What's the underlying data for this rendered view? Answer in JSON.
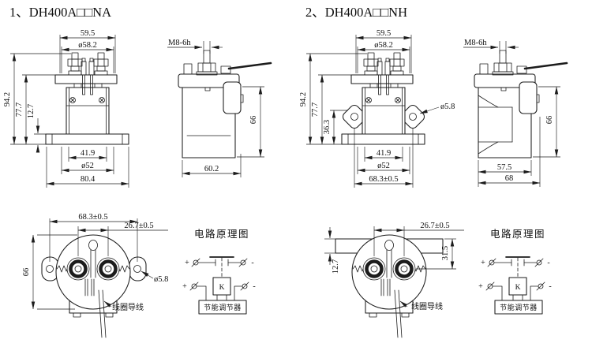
{
  "page": {
    "background": "#ffffff",
    "line_color": "#1c1c1c"
  },
  "sections": [
    {
      "title": "1、DH400A□□NA",
      "front": {
        "width_top": "59.5",
        "dia_top": "ø58.2",
        "height_overall": "94.2",
        "height_body": "77.7",
        "height_flange": "12.7",
        "width_inner": "41.9",
        "dia_body": "ø52",
        "width_overall": "80.4"
      },
      "side": {
        "thread": "M8-6h",
        "height": "66",
        "width": "60.2"
      },
      "bottom": {
        "ear_span": "68.3±0.5",
        "terminal_span": "26.7±0.5",
        "height": "66",
        "hole_dia": "ø5.8",
        "coil_leads": "线圈导线"
      },
      "circuit": {
        "title": "电路原理图",
        "plus": "+",
        "minus": "-",
        "coil": "K",
        "regulator": "节能调节器"
      }
    },
    {
      "title": "2、DH400A□□NH",
      "front": {
        "width_top": "59.5",
        "dia_top": "ø58.2",
        "height_overall": "94.2",
        "height_body": "77.7",
        "height_ear": "36.3",
        "hole_dia": "ø5.8",
        "width_inner": "41.9",
        "dia_body": "ø52",
        "ear_span": "68.3±0.5"
      },
      "side": {
        "thread": "M8-6h",
        "height": "66",
        "width_body": "57.5",
        "width_overall": "68"
      },
      "bottom": {
        "terminal_span": "26.7±0.5",
        "bracket_height": "31.5",
        "bracket_depth": "12.7",
        "coil_leads": "线圈导线"
      },
      "circuit": {
        "title": "电路原理图",
        "plus": "+",
        "minus": "-",
        "coil": "K",
        "regulator": "节能调节器"
      }
    }
  ]
}
